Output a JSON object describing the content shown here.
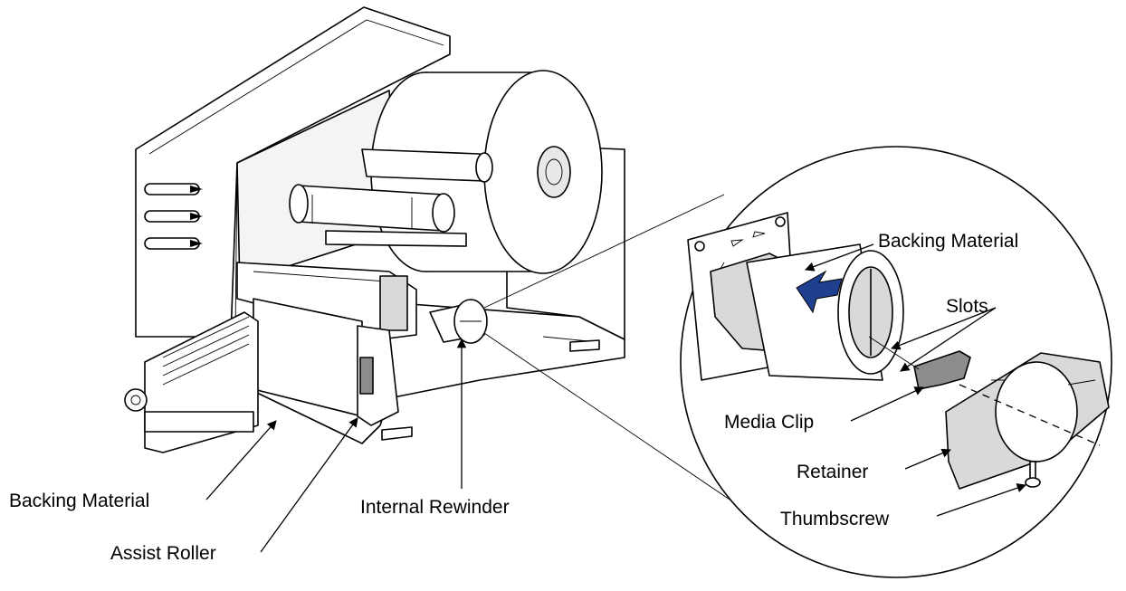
{
  "labels": {
    "backing_material_main": "Backing Material",
    "assist_roller": "Assist Roller",
    "internal_rewinder": "Internal Rewinder",
    "backing_material_detail": "Backing Material",
    "slots": "Slots",
    "media_clip": "Media Clip",
    "retainer": "Retainer",
    "thumbscrew": "Thumbscrew"
  },
  "colors": {
    "line": "#000000",
    "body_fill": "#ffffff",
    "part_fill": "#d9d9d9",
    "dark_part": "#8c8c8c",
    "arrow_blue": "#1f3f8f"
  }
}
